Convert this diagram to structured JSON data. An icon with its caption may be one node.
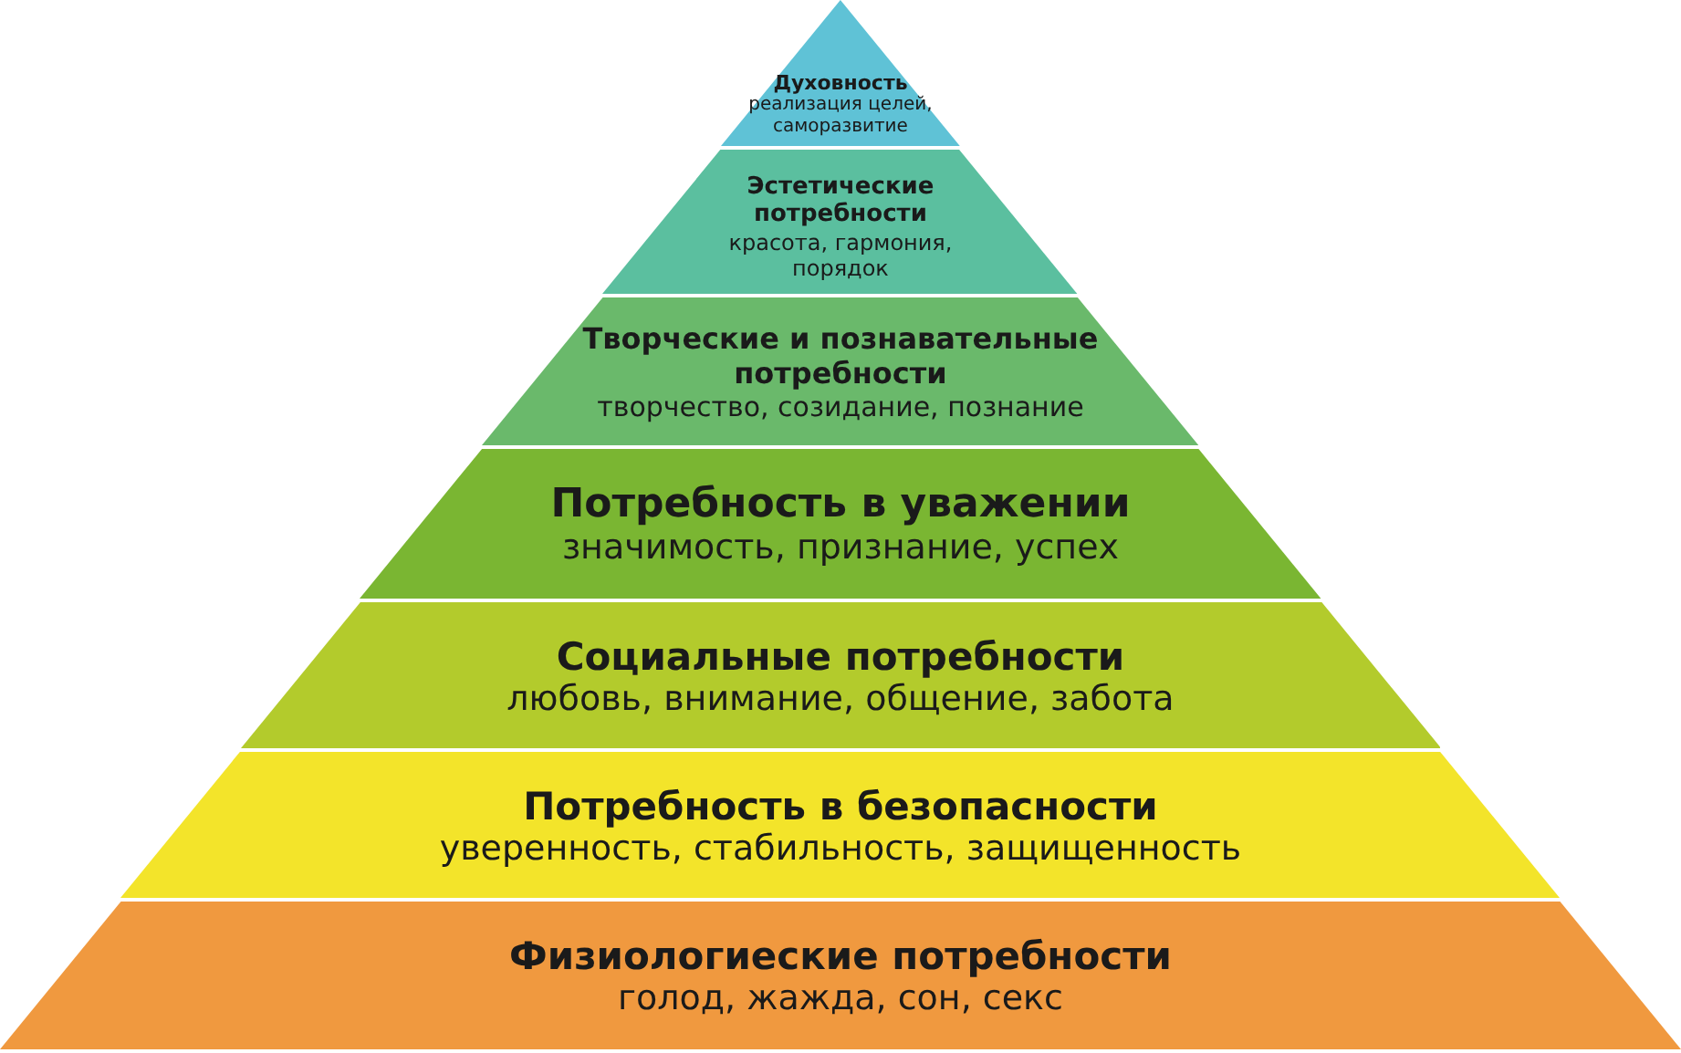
{
  "diagram": {
    "nodes": [
      {
        "text": [
          "Духовность",
          "реализация целей, саморазвитие"
        ]
      },
      {
        "text": [
          "Эстетические потребности",
          "красота, гармония, порядок"
        ]
      },
      {
        "text": [
          "Творческие и познавательные потребности",
          "творчество, созидание, познание"
        ]
      },
      {
        "text": [
          "Потребность в уважении",
          "значимость, признание, успех"
        ]
      },
      {
        "text": [
          "Социальные потребности",
          "любовь, внимание, общение, забота"
        ]
      },
      {
        "text": [
          "Потребность в безопасности",
          "уверенность, стабильность, защищенность"
        ]
      },
      {
        "text": [
          "Физиологиеские потребности",
          "голод, жажда, сон, секс"
        ]
      }
    ]
  }
}
